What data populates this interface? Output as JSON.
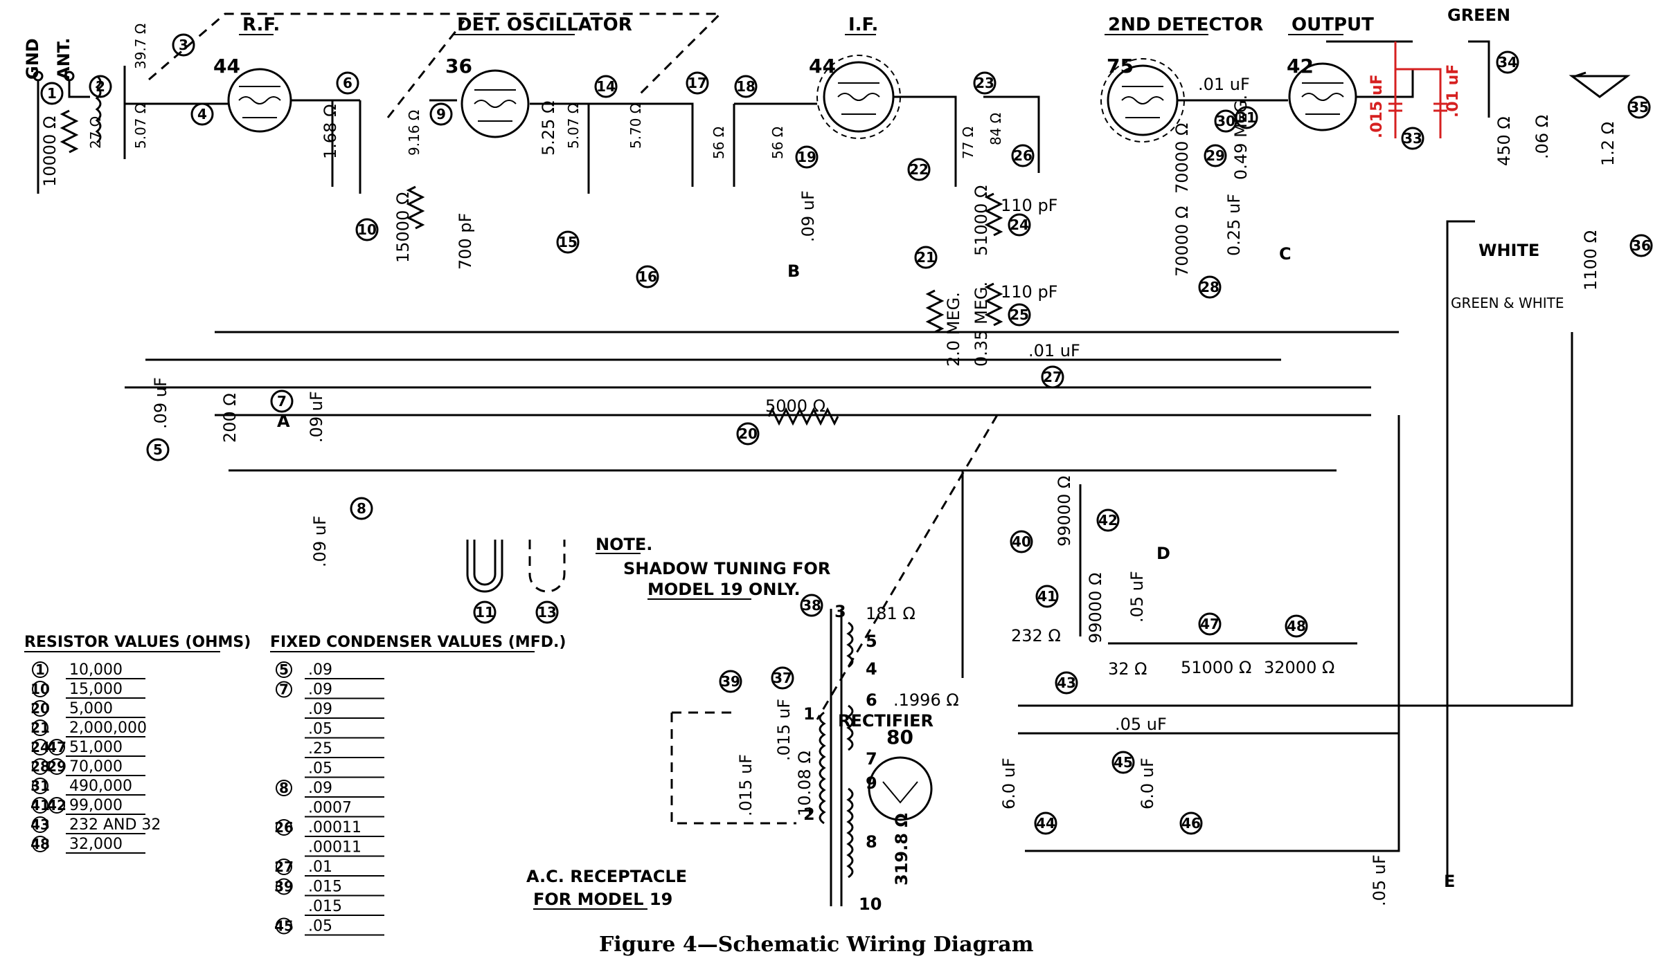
{
  "stages": {
    "rf": "R.F.",
    "det_osc": "DET. OSCILLATOR",
    "if": "I.F.",
    "second_det": "2ND DETECTOR",
    "output": "OUTPUT",
    "rectifier": "RECTIFIER"
  },
  "tubes": {
    "rf": "44",
    "osc": "36",
    "if": "44",
    "det": "75",
    "out": "42",
    "rect": "80"
  },
  "terminals": {
    "gnd": "GND",
    "ant": "ANT."
  },
  "component_labels": {
    "r1": "10000 Ω",
    "coil_2a": "27 Ω",
    "coil_2b": "5.07 Ω",
    "coil_2c": "39.7 Ω",
    "coil_6": "1.68 Ω",
    "coil_osc_a": "9.16 Ω",
    "r10": "15000 Ω",
    "c8": "700 pF",
    "coil_osc_b": "5.25 Ω",
    "coil_14a": "5.07 Ω",
    "coil_14b": "5.70 Ω",
    "coil_18a": "56 Ω",
    "coil_18b": "56 Ω",
    "c7b": ".09 uF",
    "coil_23a": "77 Ω",
    "coil_23b": "84 Ω",
    "c26a": "110 pF",
    "c26b": "110 pF",
    "r24": "51000 Ω",
    "r21": "2.0 MEG.",
    "r25": "0.35 MEG.",
    "c27": ".01 uF",
    "r20": "5000 Ω",
    "c30": ".01 uF",
    "r31": "0.49 MEG.",
    "r29": "70000 Ω",
    "r28": "70000 Ω",
    "c7c": "0.25 uF",
    "coil_34": "450 Ω",
    "coil_34b": ".06 Ω",
    "coil_35": "1.2 Ω",
    "coil_36": "1100 Ω",
    "c33a": ".015 uF",
    "c33b": ".01 uF",
    "green": "GREEN",
    "white": "WHITE",
    "green_white": "GREEN & WHITE",
    "c5": ".09 uF",
    "r5": "200 Ω",
    "c7a": ".09 uF",
    "c8b": ".09 uF",
    "r42": "99000 Ω",
    "r41": "99000 Ω",
    "c7d": ".05 uF",
    "r43a": "232 Ω",
    "r43b": "32 Ω",
    "r47": "51000 Ω",
    "r48": "32000 Ω",
    "c45": ".05 uF",
    "c44": "6.0 uF",
    "c46": "6.0 uF",
    "c7e": ".05 uF",
    "t38_3": "181 Ω",
    "t38_6": ".1996 Ω",
    "t38_pri": "10.08 Ω",
    "t38_8": "319.8 Ω",
    "c37": ".015 uF",
    "c39": ".015 uF",
    "letter_a": "A",
    "letter_b": "B",
    "letter_c": "C",
    "letter_d": "D",
    "letter_e": "E"
  },
  "transformer_pins": [
    "3",
    "5",
    "4",
    "6",
    "1",
    "7",
    "9",
    "2",
    "8",
    "10"
  ],
  "callouts": [
    "1",
    "2",
    "3",
    "4",
    "5",
    "6",
    "7",
    "8",
    "9",
    "10",
    "11",
    "13",
    "14",
    "15",
    "16",
    "17",
    "18",
    "19",
    "20",
    "21",
    "22",
    "23",
    "24",
    "25",
    "26",
    "27",
    "28",
    "29",
    "30",
    "31",
    "33",
    "34",
    "35",
    "36",
    "37",
    "38",
    "39",
    "40",
    "41",
    "42",
    "43",
    "44",
    "45",
    "46",
    "47",
    "48"
  ],
  "notes": {
    "note_title": "NOTE.",
    "note_line1": "SHADOW TUNING FOR",
    "note_line2": "MODEL 19 ONLY.",
    "ac_line1": "A.C. RECEPTACLE",
    "ac_line2": "FOR MODEL 19"
  },
  "resistor_table": {
    "title": "RESISTOR VALUES (OHMS)",
    "rows": [
      {
        "ref": "1",
        "value": "10,000"
      },
      {
        "ref": "10",
        "value": "15,000"
      },
      {
        "ref": "20",
        "value": "5,000"
      },
      {
        "ref": "21",
        "value": "2,000,000"
      },
      {
        "ref": "24 47",
        "value": "51,000"
      },
      {
        "ref": "28 29",
        "value": "70,000"
      },
      {
        "ref": "31",
        "value": "490,000"
      },
      {
        "ref": "41 42",
        "value": "99,000"
      },
      {
        "ref": "43",
        "value": "232 AND 32"
      },
      {
        "ref": "48",
        "value": "32,000"
      }
    ]
  },
  "condenser_table": {
    "title": "FIXED CONDENSER VALUES (MFD.)",
    "rows": [
      {
        "ref": "5",
        "value": ".09"
      },
      {
        "ref": "7",
        "value": ".09"
      },
      {
        "ref": "",
        "value": ".09"
      },
      {
        "ref": "",
        "value": ".05"
      },
      {
        "ref": "",
        "value": ".25"
      },
      {
        "ref": "",
        "value": ".05"
      },
      {
        "ref": "8",
        "value": ".09"
      },
      {
        "ref": "",
        "value": ".0007"
      },
      {
        "ref": "26",
        "value": ".00011"
      },
      {
        "ref": "",
        "value": ".00011"
      },
      {
        "ref": "27",
        "value": ".01"
      },
      {
        "ref": "39",
        "value": ".015"
      },
      {
        "ref": "",
        "value": ".015"
      },
      {
        "ref": "45",
        "value": ".05"
      }
    ]
  },
  "caption": "Figure 4—Schematic Wiring Diagram"
}
